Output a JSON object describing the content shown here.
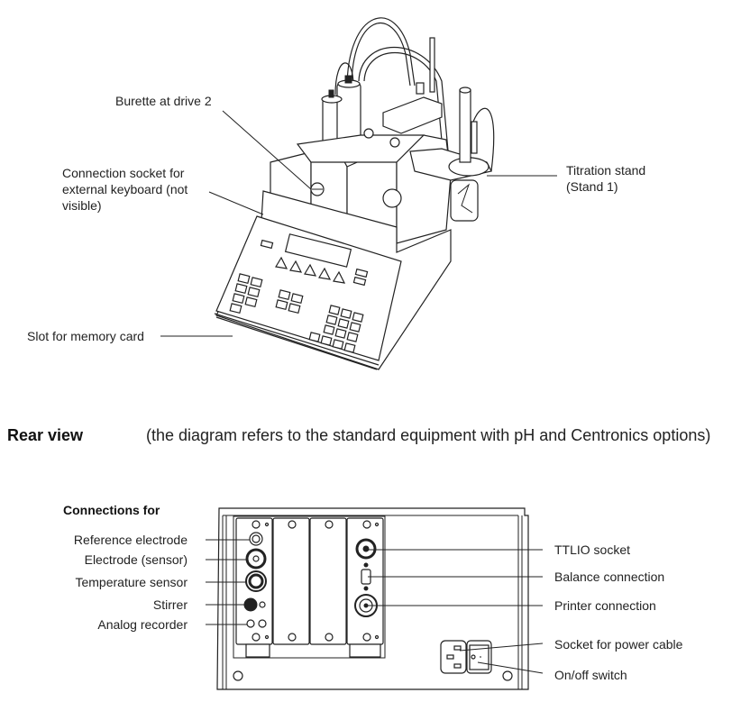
{
  "front_view": {
    "callouts": {
      "burette": "Burette at drive 2",
      "keyboard_socket_line1": "Connection socket for",
      "keyboard_socket_line2": "external keyboard (not",
      "keyboard_socket_line3": "visible)",
      "memory_card": "Slot for memory card",
      "titration_stand_line1": "Titration stand",
      "titration_stand_line2": "(Stand 1)"
    }
  },
  "rear_view": {
    "heading": "Rear view",
    "description": "(the diagram refers to the standard equipment with pH and Centronics options)",
    "connections_heading": "Connections for",
    "left_callouts": [
      "Reference electrode",
      "Electrode (sensor)",
      "Temperature sensor",
      "Stirrer",
      "Analog recorder"
    ],
    "right_callouts": [
      "TTLIO socket",
      "Balance connection",
      "Printer connection",
      "Socket for power cable",
      "On/off switch"
    ]
  }
}
